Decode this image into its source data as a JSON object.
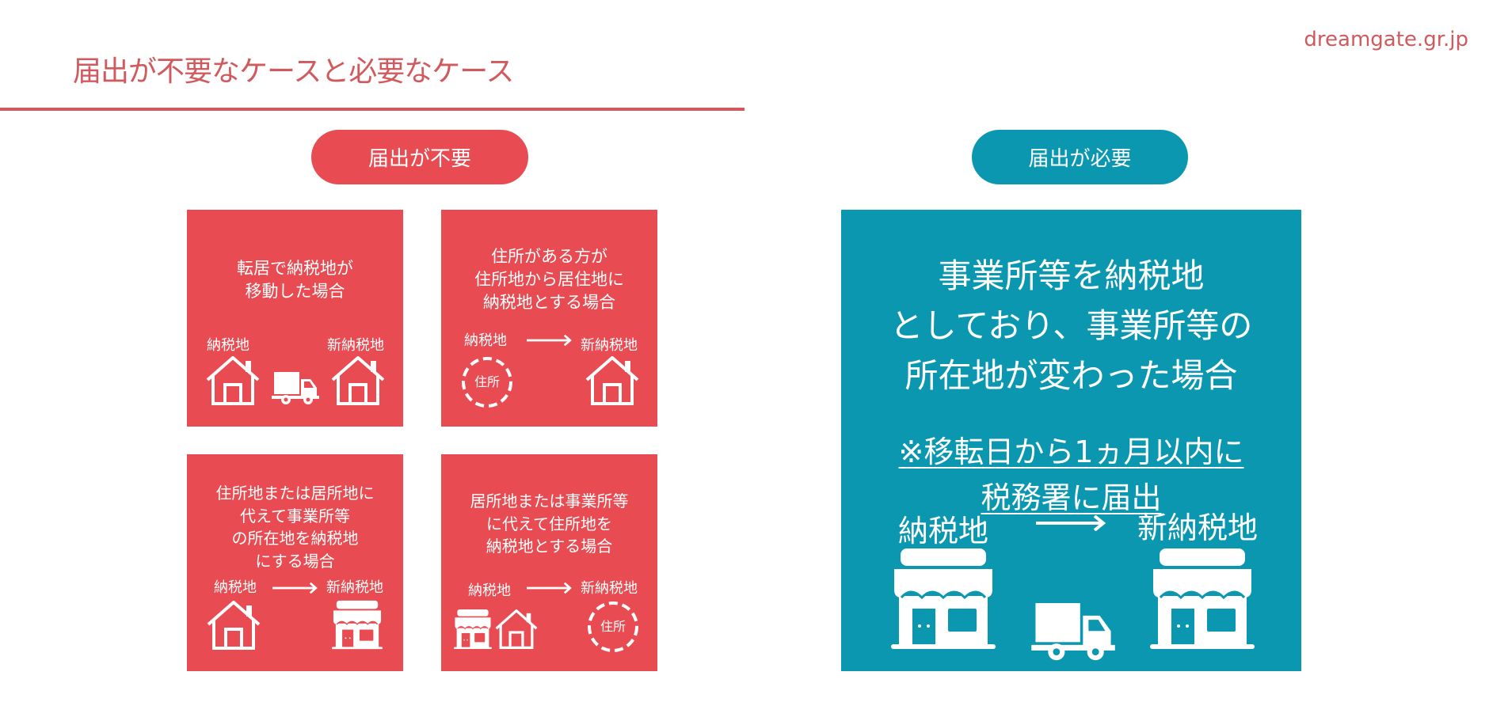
{
  "header": {
    "title": "届出が不要なケースと必要なケース",
    "domain": "dreamgate.gr.jp"
  },
  "colors": {
    "accent_red": "#e84c52",
    "title_red": "#d05a5e",
    "accent_blue": "#0b97b0",
    "text_on_color": "#ffffff"
  },
  "not_required": {
    "badge": "届出が不要",
    "cases": [
      {
        "title_lines": [
          "転居で納税地が",
          "移動した場合"
        ],
        "from_label": "納税地",
        "to_label": "新納税地",
        "icons": [
          "house-icon",
          "truck-icon",
          "house-icon"
        ]
      },
      {
        "title_lines": [
          "住所がある方が",
          "住所地から居住地に",
          "納税地とする場合"
        ],
        "from_label": "納税地",
        "to_label": "新納税地",
        "circle_label": "住所",
        "icons": [
          "dashed-circle-address-icon",
          "arrow-right-icon",
          "house-icon"
        ]
      },
      {
        "title_lines": [
          "住所地または居所地に",
          "代えて事業所等",
          "の所在地を納税地",
          "にする場合"
        ],
        "from_label": "納税地",
        "to_label": "新納税地",
        "icons": [
          "house-icon",
          "arrow-right-icon",
          "store-icon"
        ]
      },
      {
        "title_lines": [
          "居所地または事業所等",
          "に代えて住所地を",
          "納税地とする場合"
        ],
        "from_label": "納税地",
        "to_label": "新納税地",
        "circle_label": "住所",
        "icons": [
          "store-icon",
          "house-icon",
          "arrow-right-icon",
          "dashed-circle-address-icon"
        ]
      }
    ]
  },
  "required": {
    "badge": "届出が必要",
    "title_lines": [
      "事業所等を納税地",
      "としており、事業所等の",
      "所在地が変わった場合"
    ],
    "note_lines": [
      "※移転日から1ヵ月以内に",
      "税務署に届出"
    ],
    "from_label": "納税地",
    "to_label": "新納税地",
    "icons": [
      "store-icon",
      "arrow-right-icon",
      "truck-icon",
      "store-icon"
    ]
  }
}
